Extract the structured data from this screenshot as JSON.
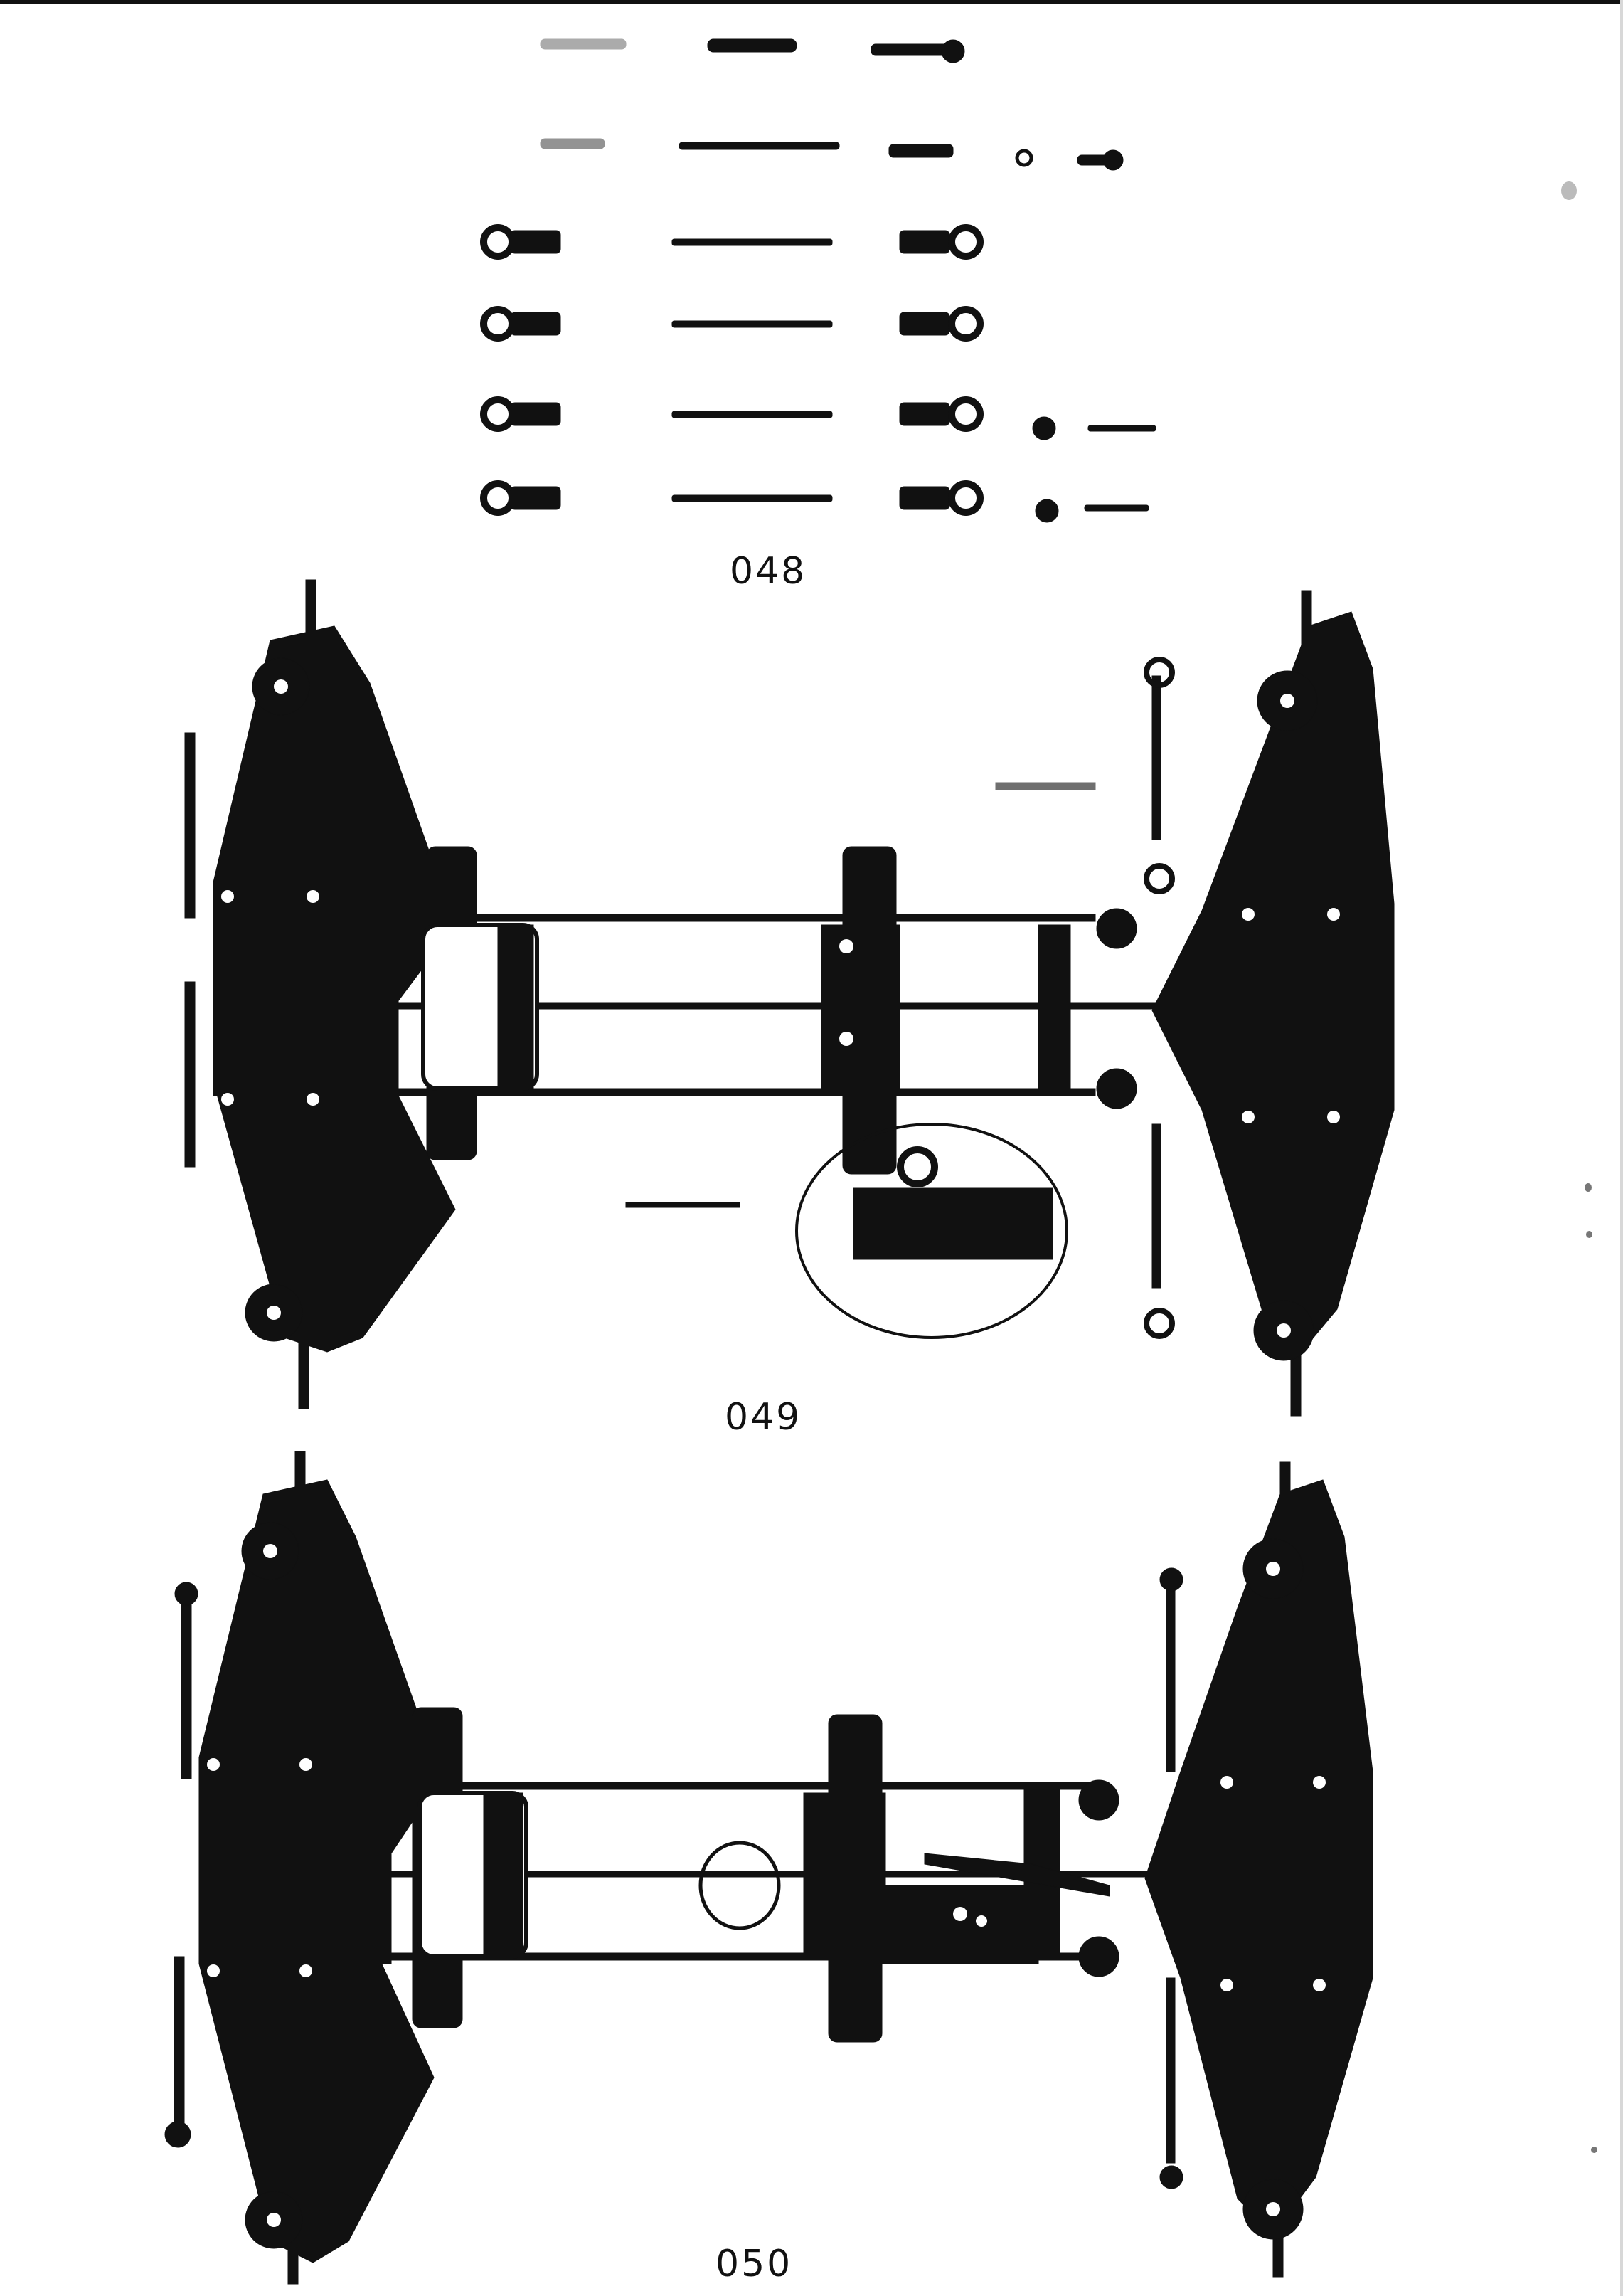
{
  "figures": [
    {
      "number": "048"
    },
    {
      "number": "049"
    },
    {
      "number": "050"
    }
  ],
  "colors": {
    "ink": "#111111",
    "paper": "#ffffff"
  }
}
